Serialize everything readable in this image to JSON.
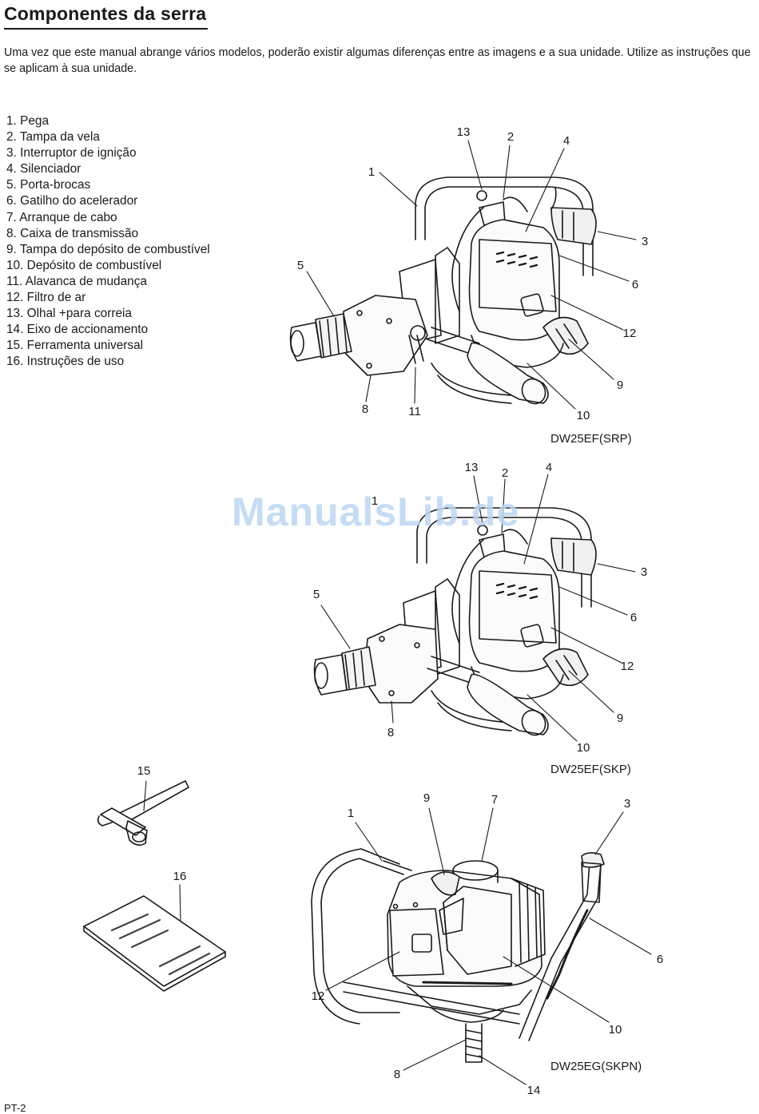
{
  "title": "Componentes da serra",
  "intro": "Uma vez que este manual abrange vários modelos, poderão existir algumas diferenças entre as imagens e a sua unidade. Utilize as instruções que se aplicam à sua unidade.",
  "parts": [
    "1. Pega",
    "2. Tampa da vela",
    "3. Interruptor de ignição",
    "4. Silenciador",
    "5. Porta-brocas",
    "6. Gatilho do acelerador",
    "7. Arranque de cabo",
    "8. Caixa de transmissão",
    "9. Tampa do depósito de combustível",
    "10. Depósito de combustível",
    "11. Alavanca de mudança",
    "12. Filtro de ar",
    "13. Olhal +para correia",
    "14. Eixo de accionamento",
    "15. Ferramenta universal",
    "16. Instruções de uso"
  ],
  "figures": {
    "fig1": {
      "model": "DW25EF(SRP)",
      "callouts": [
        "13",
        "2",
        "4",
        "1",
        "3",
        "5",
        "6",
        "12",
        "9",
        "8",
        "11",
        "10"
      ]
    },
    "fig2": {
      "model": "DW25EF(SKP)",
      "callouts": [
        "13",
        "2",
        "4",
        "1",
        "3",
        "5",
        "6",
        "12",
        "9",
        "8",
        "10"
      ]
    },
    "fig3": {
      "model": "DW25EG(SKPN)",
      "callouts": [
        "9",
        "7",
        "1",
        "3",
        "6",
        "12",
        "10",
        "8",
        "14"
      ]
    },
    "tool": {
      "callout": "15"
    },
    "booklet": {
      "callout": "16"
    }
  },
  "watermark": "ManualsLib.de",
  "footer": "PT-2"
}
